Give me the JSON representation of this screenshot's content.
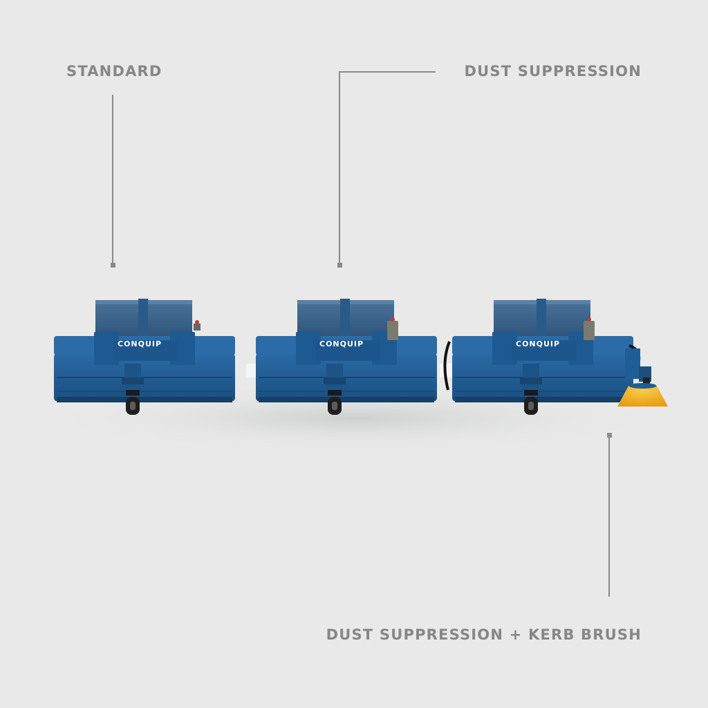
{
  "labels": {
    "standard": "STANDARD",
    "dust_suppression": "DUST SUPPRESSION",
    "dust_suppression_kerb": "DUST SUPPRESSION + KERB BRUSH"
  },
  "brand": {
    "logo_text": "CONQUIP"
  },
  "colors": {
    "background": "#e8e9e8",
    "label": "#878787",
    "machine_blue": "#1f5d96",
    "machine_dark": "#16466f",
    "tank": "#3f6790",
    "brush_yellow": "#f0b21e"
  }
}
